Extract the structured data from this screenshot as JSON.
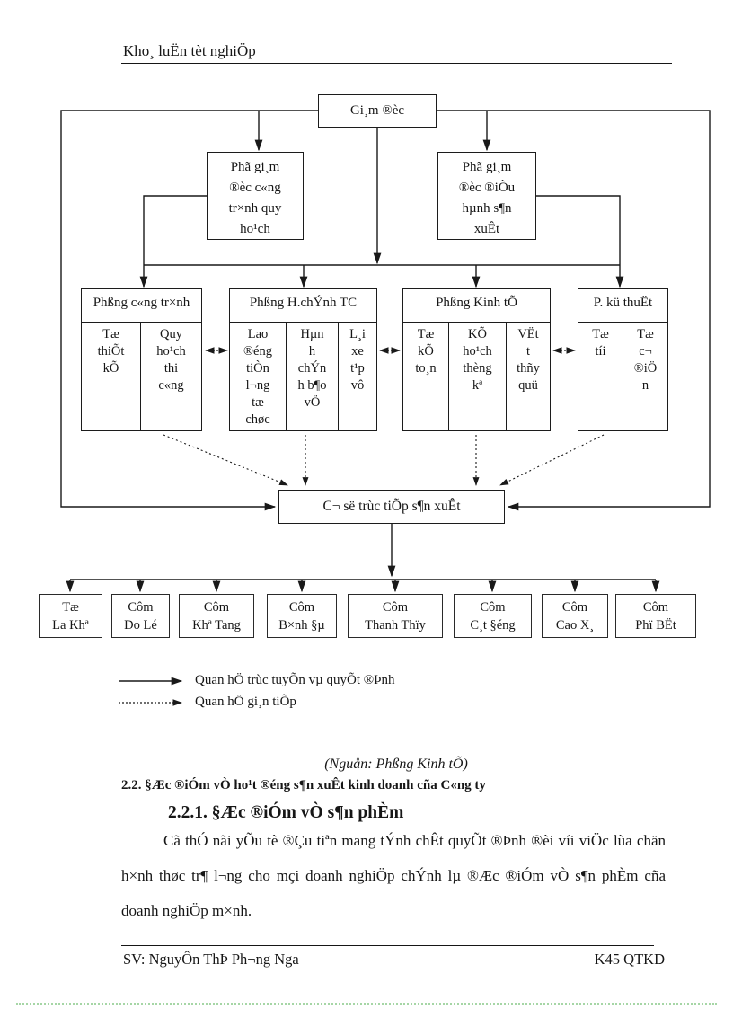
{
  "page": {
    "header": {
      "title": "Kho¸ luËn tèt nghiÖp"
    },
    "footer": {
      "left": "SV: NguyÔn ThÞ Ph¬ng Nga",
      "right": "K45 QTKD"
    }
  },
  "diagram": {
    "director": "Gi¸m ®èc",
    "deputy_left": "Phã gi¸m\n®èc c«ng\ntr×nh quy\nho¹ch",
    "deputy_right": "Phã gi¸m\n®èc ®iÒu\nhµnh s¶n\nxuÊt",
    "departments": [
      {
        "title": "Phßng c«ng tr×nh",
        "units": [
          "Tæ\nthiÕt\nkÕ",
          "Quy\nho¹ch\nthi\nc«ng"
        ]
      },
      {
        "title": "Phßng H.chÝnh TC",
        "units": [
          "Lao\n®éng\ntiÒn\nl¬ng\ntæ\nchøc",
          "Hµn\nh\nchÝn\nh b¶o\nvÖ",
          "L¸i\nxe\nt¹p\nvô"
        ]
      },
      {
        "title": "Phßng Kinh tÕ",
        "units": [
          "Tæ\nkÕ\nto¸n",
          "KÕ\nho¹ch\nthèng\nkª",
          "VËt\nt\nthñy\nquü"
        ]
      },
      {
        "title": "P. kü thuËt",
        "units": [
          "Tæ\ntíi",
          "Tæ\nc¬\n®iÖ\nn"
        ]
      }
    ],
    "production": "C¬ së trùc tiÕp s¶n xuÊt",
    "sites": [
      "Tæ\nLa Khª",
      "Côm\nDo Lé",
      "Côm\nKhª Tang",
      "Côm\nB×nh §µ",
      "Côm\nThanh Thïy",
      "Côm\nC¸t §éng",
      "Côm\nCao X¸",
      "Côm\nPhï BËt"
    ],
    "legend": {
      "direct": "Quan hÖ trùc tuyÕn vµ quyÕt ®Þnh",
      "indirect": "Quan hÖ gi¸n tiÕp"
    }
  },
  "content": {
    "source_note": "(Nguån: Phßng Kinh tÕ)",
    "heading_2_2": "2.2. §Æc ®iÓm vÒ ho¹t ®éng s¶n xuÊt kinh doanh cña C«ng ty",
    "heading_2_2_1": "2.2.1. §Æc ®iÓm vÒ s¶n phÈm",
    "paragraph": "Cã thÓ nãi yÕu tè ®Çu tiªn mang tÝnh chÊt quyÕt ®Þnh ®èi víi viÖc lùa chän h×nh thøc tr¶ l¬ng cho mçi doanh nghiÖp chÝnh lµ ®Æc ®iÓm vÒ s¶n phÈm cña doanh nghiÖp m×nh."
  }
}
